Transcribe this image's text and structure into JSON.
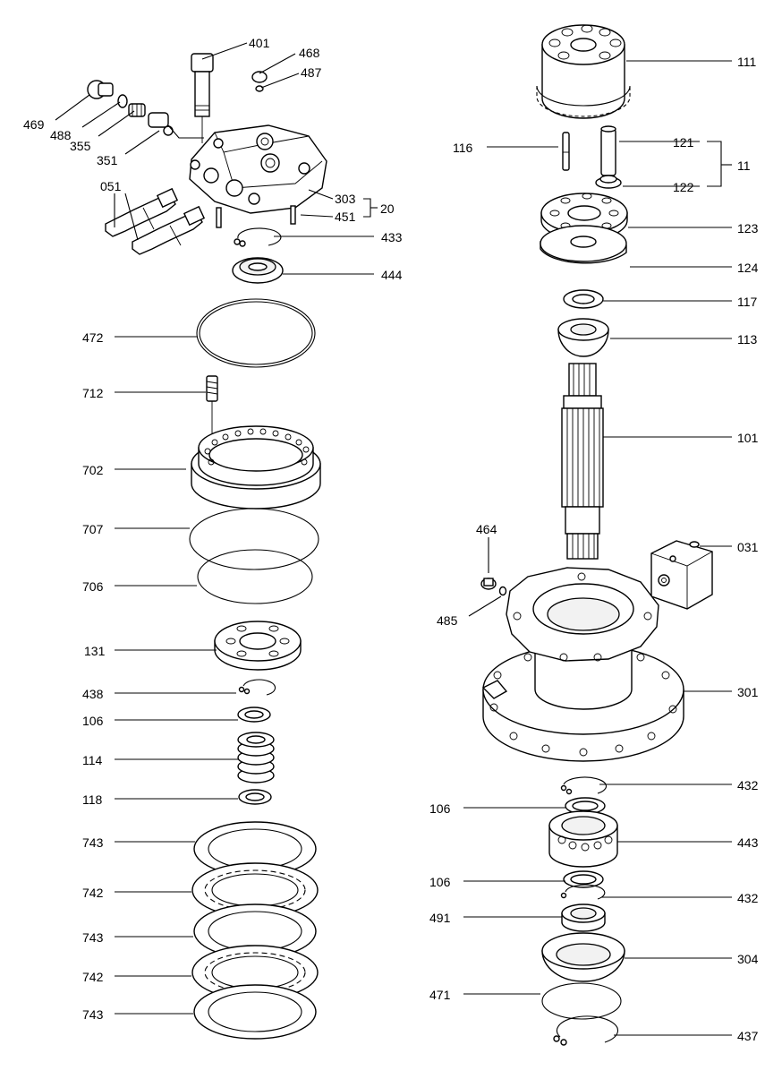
{
  "labels": {
    "401": "401",
    "468": "468",
    "487": "487",
    "469": "469",
    "488": "488",
    "355": "355",
    "351": "351",
    "051": "051",
    "303": "303",
    "451": "451",
    "20": "20",
    "433": "433",
    "444": "444",
    "472": "472",
    "712": "712",
    "702": "702",
    "707": "707",
    "706": "706",
    "131": "131",
    "438": "438",
    "106a": "106",
    "114": "114",
    "118": "118",
    "743a": "743",
    "742a": "742",
    "743b": "743",
    "742b": "742",
    "743c": "743",
    "111": "111",
    "116": "116",
    "121": "121",
    "11": "11",
    "122": "122",
    "123": "123",
    "124": "124",
    "117": "117",
    "113": "113",
    "101": "101",
    "464": "464",
    "031": "031",
    "485": "485",
    "301": "301",
    "432a": "432",
    "106b": "106",
    "443": "443",
    "106c": "106",
    "432b": "432",
    "491": "491",
    "304": "304",
    "471": "471",
    "437": "437"
  }
}
